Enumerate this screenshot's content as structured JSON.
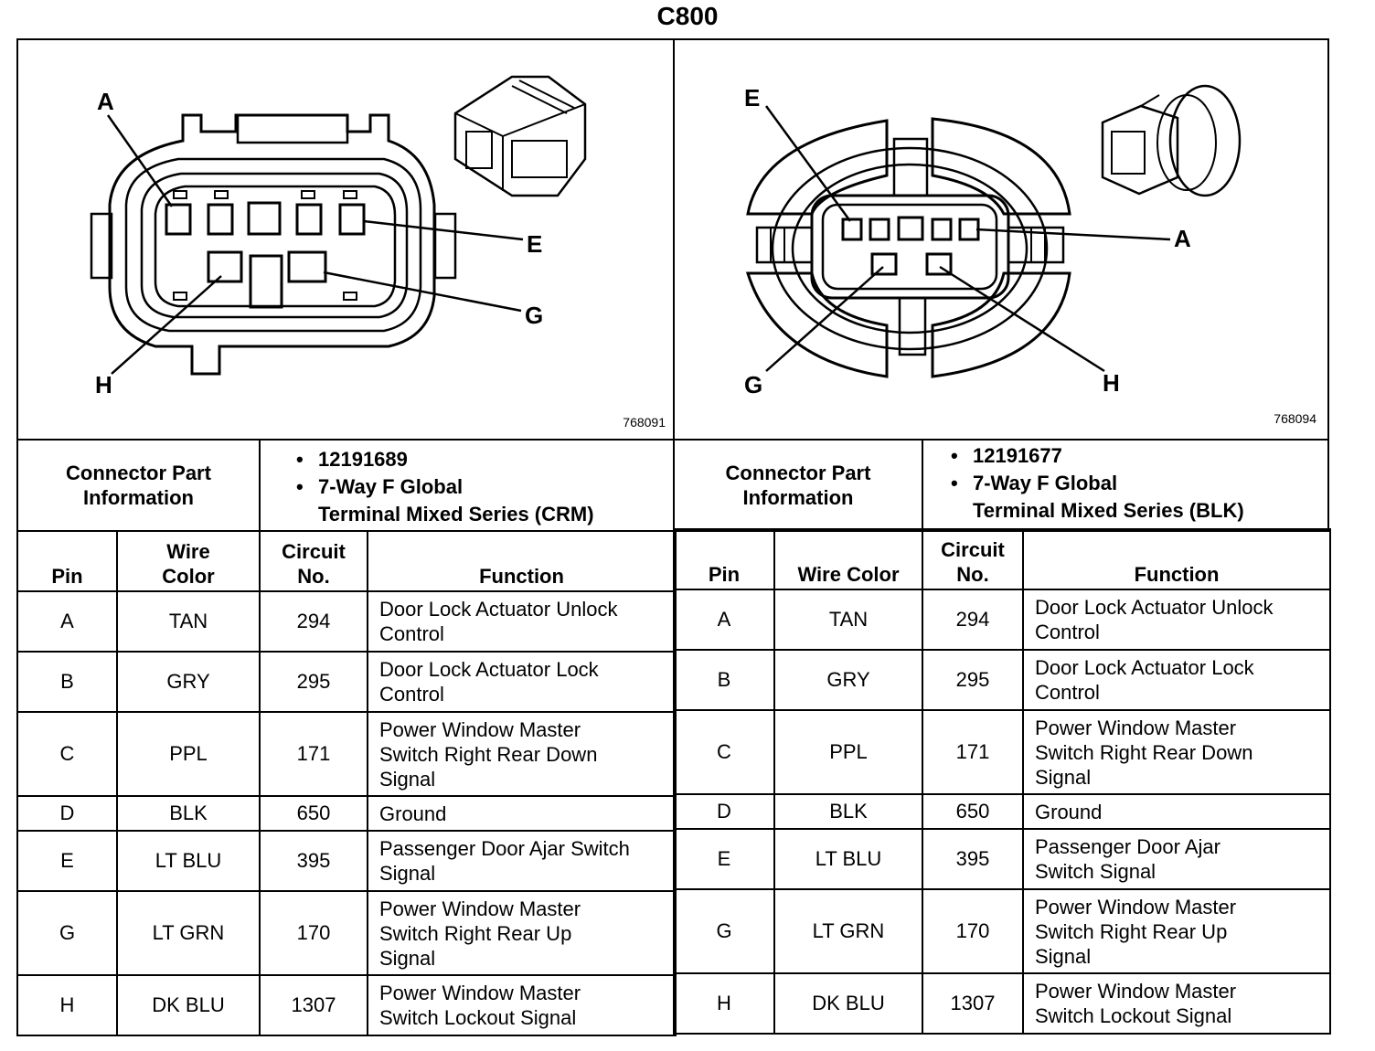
{
  "title": "C800",
  "left": {
    "figure_id": "768091",
    "pin_labels": [
      "A",
      "E",
      "G",
      "H"
    ],
    "connector_info_label_1": "Connector Part",
    "connector_info_label_2": "Information",
    "part_number": "12191689",
    "description_1": "7-Way F Global",
    "description_2": "Terminal Mixed Series (CRM)",
    "headers": {
      "pin": "Pin",
      "wire_color_1": "Wire",
      "wire_color_2": "Color",
      "circuit_1": "Circuit",
      "circuit_2": "No.",
      "function": "Function"
    },
    "rows": [
      {
        "pin": "A",
        "color": "TAN",
        "circuit": "294",
        "f1": "Door Lock Actuator Unlock",
        "f2": "Control",
        "f3": ""
      },
      {
        "pin": "B",
        "color": "GRY",
        "circuit": "295",
        "f1": "Door Lock Actuator Lock",
        "f2": "Control",
        "f3": ""
      },
      {
        "pin": "C",
        "color": "PPL",
        "circuit": "171",
        "f1": "Power Window Master",
        "f2": "Switch Right Rear Down",
        "f3": "Signal"
      },
      {
        "pin": "D",
        "color": "BLK",
        "circuit": "650",
        "f1": "Ground",
        "f2": "",
        "f3": ""
      },
      {
        "pin": "E",
        "color": "LT BLU",
        "circuit": "395",
        "f1": "Passenger Door Ajar Switch",
        "f2": "Signal",
        "f3": ""
      },
      {
        "pin": "G",
        "color": "LT GRN",
        "circuit": "170",
        "f1": "Power Window Master",
        "f2": "Switch Right Rear Up",
        "f3": "Signal"
      },
      {
        "pin": "H",
        "color": "DK BLU",
        "circuit": "1307",
        "f1": "Power Window Master",
        "f2": "Switch Lockout Signal",
        "f3": ""
      }
    ]
  },
  "right": {
    "figure_id": "768094",
    "pin_labels": [
      "E",
      "A",
      "G",
      "H"
    ],
    "connector_info_label_1": "Connector Part",
    "connector_info_label_2": "Information",
    "part_number": "12191677",
    "description_1": "7-Way F Global",
    "description_2": "Terminal Mixed Series (BLK)",
    "headers": {
      "pin": "Pin",
      "wire_color": "Wire Color",
      "circuit_1": "Circuit",
      "circuit_2": "No.",
      "function": "Function"
    },
    "rows": [
      {
        "pin": "A",
        "color": "TAN",
        "circuit": "294",
        "f1": "Door Lock Actuator Unlock",
        "f2": "Control",
        "f3": ""
      },
      {
        "pin": "B",
        "color": "GRY",
        "circuit": "295",
        "f1": "Door Lock Actuator Lock",
        "f2": "Control",
        "f3": ""
      },
      {
        "pin": "C",
        "color": "PPL",
        "circuit": "171",
        "f1": "Power Window Master",
        "f2": "Switch Right Rear Down",
        "f3": "Signal"
      },
      {
        "pin": "D",
        "color": "BLK",
        "circuit": "650",
        "f1": "Ground",
        "f2": "",
        "f3": ""
      },
      {
        "pin": "E",
        "color": "LT BLU",
        "circuit": "395",
        "f1": "Passenger Door Ajar",
        "f2": "Switch Signal",
        "f3": ""
      },
      {
        "pin": "G",
        "color": "LT GRN",
        "circuit": "170",
        "f1": "Power Window Master",
        "f2": "Switch Right Rear Up",
        "f3": "Signal"
      },
      {
        "pin": "H",
        "color": "DK BLU",
        "circuit": "1307",
        "f1": "Power Window Master",
        "f2": "Switch Lockout Signal",
        "f3": ""
      }
    ]
  }
}
